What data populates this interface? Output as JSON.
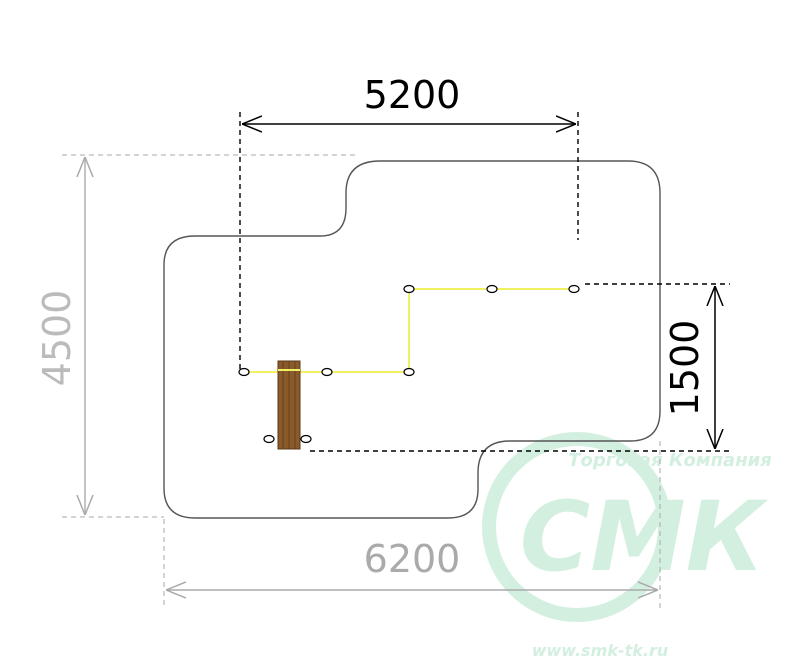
{
  "dimensions": {
    "top_width": "5200",
    "left_height": "4500",
    "right_height": "1500",
    "bottom_width": "6200"
  },
  "watermark": {
    "company_name": "Торговая Компания",
    "logo_text": "СМК",
    "url": "www.smk-tk.ru",
    "color": "#cfeedd"
  },
  "colors": {
    "outline": "#4a4a4a",
    "dim_dark": "#000000",
    "dim_gray": "#aaaaaa",
    "rope": "#f0f060",
    "post": "#8a5a2b"
  }
}
